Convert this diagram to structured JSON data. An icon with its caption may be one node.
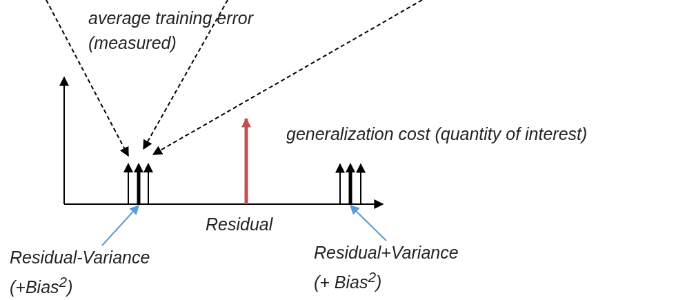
{
  "diagram": {
    "nodes": [
      {
        "text": [],
        "shape": "bar"
      },
      {
        "text": [],
        "shape": "bar"
      },
      {
        "text": [],
        "shape": "bar"
      },
      {
        "text": [],
        "shape": "bar"
      },
      {
        "text": [
          "Residual-Variance (+Bias$^{2}$)"
        ]
      },
      {
        "text": [
          "Residual+Variance (+ Bias$^{2}$)"
        ]
      }
    ],
    "edges": [
      {
        "from": null,
        "to": 0,
        "arrow": "to",
        "style": "dashed"
      },
      {
        "from": null,
        "to": 1,
        "arrow": "to",
        "style": "dashed"
      },
      {
        "from": null,
        "to": 2,
        "arrow": "to",
        "style": "dashed"
      },
      {
        "from": 4,
        "to": 1,
        "arrow": "to",
        "color": "#5b9bd5"
      },
      {
        "from": 5,
        "to": 3,
        "arrow": "to",
        "color": "#5b9bd5"
      }
    ],
    "labels": [
      "average training error (measured)",
      "generalization cost (quantity of interest)",
      "Residual"
    ]
  }
}
